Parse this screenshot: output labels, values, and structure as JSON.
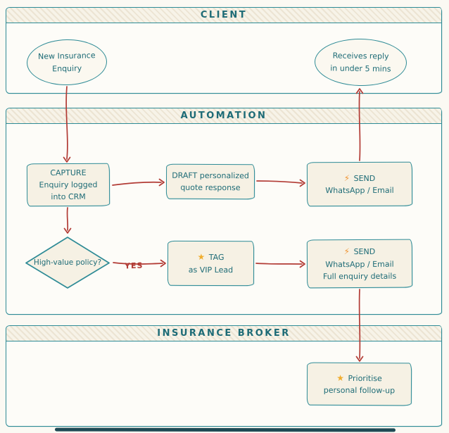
{
  "lanes": {
    "client": {
      "title": "CLIENT"
    },
    "automation": {
      "title": "AUTOMATION"
    },
    "broker": {
      "title": "INSURANCE BROKER"
    }
  },
  "nodes": {
    "new_enquiry": {
      "text": "New Insurance\nEnquiry"
    },
    "receives_reply": {
      "text": "Receives reply\nin under 5 mins"
    },
    "capture": {
      "text": "CAPTURE\nEnquiry logged\ninto CRM"
    },
    "draft": {
      "text": "DRAFT personalized\nquote response"
    },
    "send_quote": {
      "icon": "⚡",
      "text": " SEND\nWhatsApp / Email"
    },
    "high_value": {
      "text": "High-value policy?"
    },
    "tag_vip": {
      "icon": "★",
      "text": " TAG\nas VIP Lead"
    },
    "send_details": {
      "icon": "⚡",
      "text": " SEND\nWhatsApp / Email\nFull enquiry details"
    },
    "prioritise": {
      "icon": "★",
      "text": " Prioritise\npersonal follow-up"
    }
  },
  "edge_labels": {
    "yes": "YES"
  },
  "colors": {
    "lane_border": "#2e8b96",
    "text": "#1d6b76",
    "arrow": "#b23b35",
    "star_icon": "#f0ad2e",
    "bolt_icon": "#f0922e",
    "node_fill": "#f6f1e4"
  }
}
